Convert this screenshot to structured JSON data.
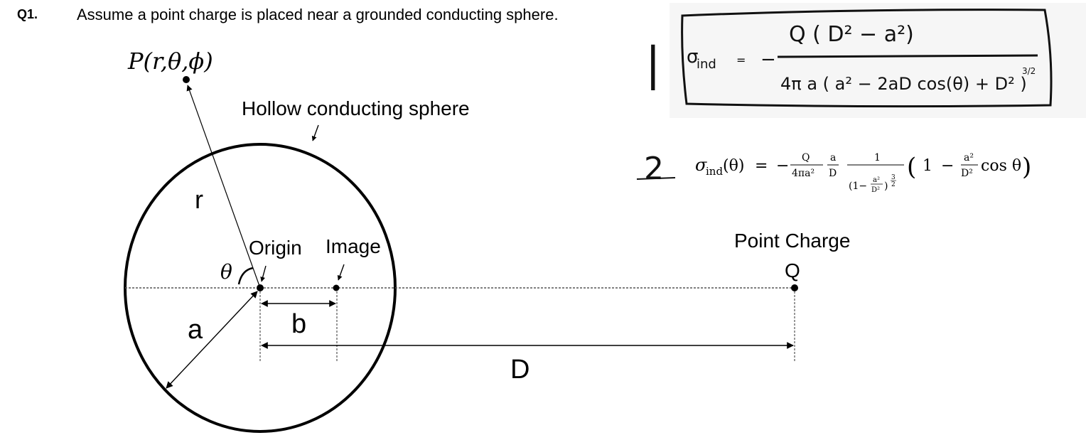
{
  "question": {
    "number": "Q1.",
    "text": "Assume a point charge is placed near a grounded conducting sphere."
  },
  "diagram": {
    "point_label": "P(r,θ,ϕ)",
    "sphere_label": "Hollow conducting sphere",
    "r_label": "r",
    "theta_label": "θ",
    "origin_label": "Origin",
    "image_label": "Image",
    "point_charge_label": "Point Charge",
    "q_label": "Q",
    "a_label": "a",
    "b_label": "b",
    "d_label": "D"
  },
  "handwritten": {
    "item1_marker": "|",
    "sigma": "σ",
    "ind_sub": "ind",
    "equals": "=",
    "minus": "−",
    "numerator": "Q ( D² − a²)",
    "denominator": "4π a ( a² − 2aD cos(θ) + D² )",
    "exponent": "3/2",
    "item2_marker": "2"
  },
  "formula2": {
    "lhs_sigma": "σ",
    "lhs_sub": "ind",
    "lhs_arg": "(θ)",
    "equals": "=",
    "minus": "−",
    "f1_num": "Q",
    "f1_den": "4πa²",
    "f2_num": "a",
    "f2_den": "D",
    "f3_num": "1",
    "f3_den_open": "(1−",
    "f3_den_frac_num": "a²",
    "f3_den_frac_den": "D²",
    "f3_den_close": ")",
    "f3_den_exp_num": "3",
    "f3_den_exp_den": "2",
    "paren_open": "(",
    "one": "1",
    "minus2": "−",
    "f4_num": "a²",
    "f4_den": "D²",
    "cos": "cos θ",
    "paren_close": ")"
  }
}
